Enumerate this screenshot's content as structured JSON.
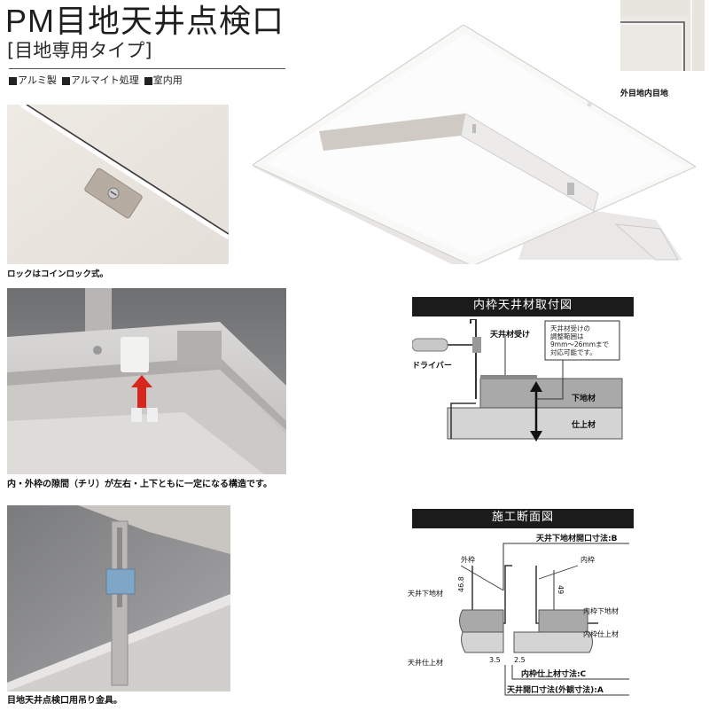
{
  "header": {
    "title": "PM目地天井点検口",
    "subtitle": "[目地専用タイプ]",
    "features": [
      "アルミ製",
      "アルマイト処理",
      "室内用"
    ]
  },
  "top_right": {
    "caption": "外目地内目地"
  },
  "photos": {
    "lock_caption": "ロックはコインロック式。",
    "frame_caption": "内・外枠の隙間（チリ）が左右・上下ともに一定になる構造です。",
    "hanger_caption": "目地天井点検口用吊り金具。"
  },
  "diagram_inner": {
    "title": "内枠天井材取付図",
    "label_receiver": "天井材受け",
    "label_driver": "ドライバー",
    "note_lines": [
      "天井材受けの",
      "調整範囲は",
      "9mm〜26mmまで",
      "対応可能です。"
    ],
    "label_base": "下地材",
    "label_finish": "仕上材"
  },
  "diagram_section": {
    "title": "施工断面図",
    "label_B": "天井下地材開口寸法:B",
    "label_outer": "外枠",
    "label_inner": "内枠",
    "label_ceiling_base": "天井下地材",
    "dim_outer": "46.8",
    "dim_inner": "49",
    "label_inner_base": "内枠下地材",
    "label_inner_finish": "内枠仕上材",
    "label_ceiling_finish": "天井仕上材",
    "dim_left": "3.5",
    "dim_right": "2.5",
    "label_C": "内枠仕上材寸法:C",
    "label_A": "天井開口寸法(外観寸法):A"
  },
  "colors": {
    "bar_bg": "#1b1b1b",
    "base_gray": "#a9a9a9",
    "finish_gray": "#d4d4d4",
    "arrow_red": "#d8261c"
  }
}
